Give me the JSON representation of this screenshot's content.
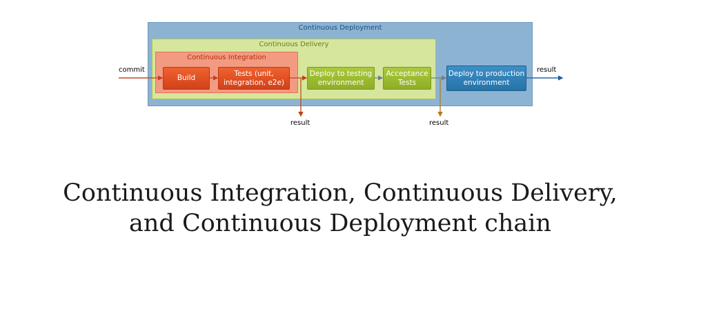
{
  "diagram": {
    "regions": {
      "continuous_deployment": "Continuous Deployment",
      "continuous_delivery": "Continuous Delivery",
      "continuous_integration": "Continuous Integration"
    },
    "steps": [
      {
        "lines": [
          "Build"
        ],
        "color": "#e04e23"
      },
      {
        "lines": [
          "Tests (unit,",
          "integration, e2e)"
        ],
        "color": "#e04e23"
      },
      {
        "lines": [
          "Deploy to testing",
          "environment"
        ],
        "color": "#9bbb30"
      },
      {
        "lines": [
          "Acceptance",
          "Tests"
        ],
        "color": "#9bbb30"
      },
      {
        "lines": [
          "Deploy to production",
          "environment"
        ],
        "color": "#2e7cb4"
      }
    ],
    "input_label": "commit",
    "result_labels": [
      "result",
      "result",
      "result"
    ]
  },
  "caption": {
    "line1": "Continuous Integration, Continuous Delivery,",
    "line2": "and Continuous Deployment chain"
  }
}
